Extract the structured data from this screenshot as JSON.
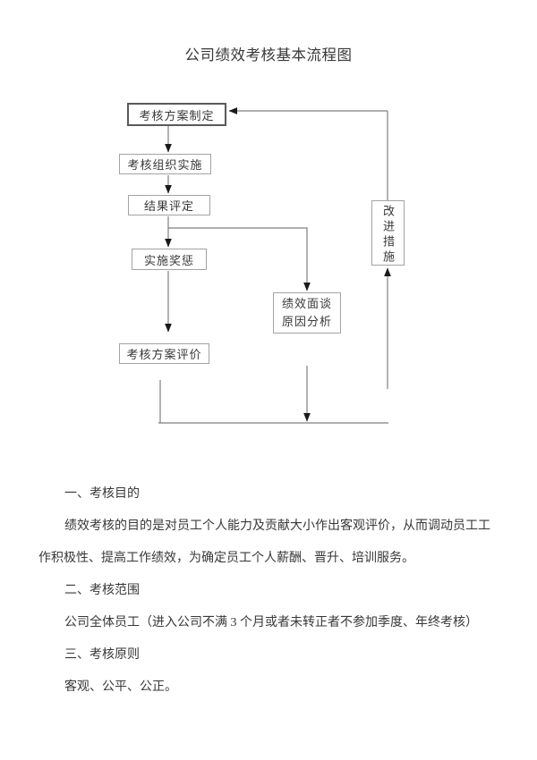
{
  "title": "公司绩效考核基本流程图",
  "flowchart": {
    "nodes": [
      {
        "label": "考核方案制定"
      },
      {
        "label": "考核组织实施"
      },
      {
        "label": "结果评定"
      },
      {
        "label": "实施奖惩"
      },
      {
        "label": "考核方案评价"
      },
      {
        "line1": "绩效面谈",
        "line2": "原因分析"
      },
      {
        "label": "改进措施"
      }
    ]
  },
  "body": {
    "lines": [
      {
        "text": "一、考核目的"
      },
      {
        "text": "绩效考核的目的是对员工个人能力及贡献大小作出客观评价，从而调动员工工"
      },
      {
        "text": "作积极性、提高工作绩效，为确定员工个人薪酬、晋升、培训服务。"
      },
      {
        "text": "二、考核范围"
      },
      {
        "text": "公司全体员工（进入公司不满 3 个月或者未转正者不参加季度、年终考核）"
      },
      {
        "text": "三、考核原则"
      },
      {
        "text": "客观、公平、公正。"
      }
    ]
  },
  "colors": {
    "page_bg": "#ffffff",
    "text": "#383838",
    "line": "#7f7f7f",
    "arrow": "#1a1a1a",
    "box_border": "#a3a3a3",
    "box1_border": "#595959"
  }
}
